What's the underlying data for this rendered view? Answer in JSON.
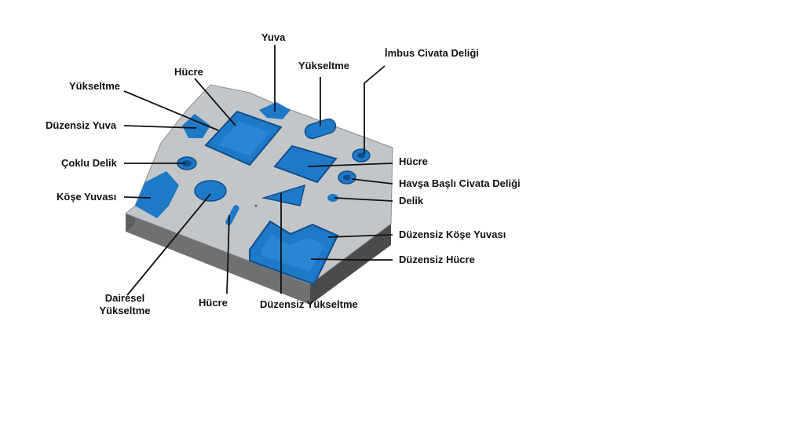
{
  "colors": {
    "pocket_blue": "#1e79c6",
    "pocket_blue_dark": "#0f4f8e",
    "top_face_gray": "#c3c6c9",
    "side_face_dark": "#4a4b4d",
    "side_face_mid": "#6f7072",
    "leader_line": "#111111"
  },
  "labels": {
    "yuva": "Yuva",
    "imbus_civata_deligi": "İmbus Civata Deliği",
    "yukseltme_top": "Yükseltme",
    "hucre_top": "Hücre",
    "yukseltme_left": "Yükseltme",
    "duzensiz_yuva": "Düzensiz Yuva",
    "coklu_delik": "Çoklu Delik",
    "kose_yuvasi": "Köşe Yuvası",
    "hucre_right": "Hücre",
    "havsa_basli_civata_deligi": "Havşa Başlı Civata Deliği",
    "delik": "Delik",
    "duzensiz_kose_yuvasi": "Düzensiz Köşe Yuvası",
    "duzensiz_hucre": "Düzensiz Hücre",
    "dairesel_yukseltme": "Dairesel Yükseltme",
    "hucre_bottom": "Hücre",
    "duzensiz_yukseltme": "Düzensiz Yükseltme"
  }
}
